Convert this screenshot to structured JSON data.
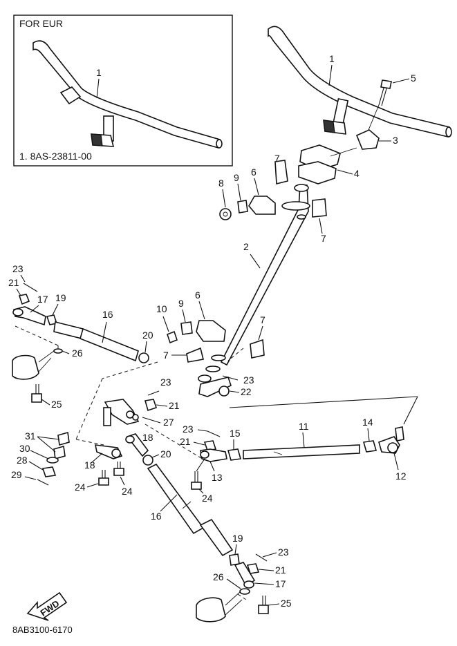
{
  "inset": {
    "title": "FOR EUR",
    "note": "1. 8AS-23811-00",
    "callout": "1"
  },
  "callouts": {
    "c1": "1",
    "c2": "2",
    "c3": "3",
    "c4": "4",
    "c5": "5",
    "c6a": "6",
    "c6b": "6",
    "c7a": "7",
    "c7b": "7",
    "c7c": "7",
    "c7d": "7",
    "c8": "8",
    "c9a": "9",
    "c9b": "9",
    "c10": "10",
    "c11": "11",
    "c12": "12",
    "c13": "13",
    "c14": "14",
    "c15": "15",
    "c16a": "16",
    "c16b": "16",
    "c17a": "17",
    "c17b": "17",
    "c18a": "18",
    "c18b": "18",
    "c19a": "19",
    "c19b": "19",
    "c20a": "20",
    "c20b": "20",
    "c21a": "21",
    "c21b": "21",
    "c21c": "21",
    "c21d": "21",
    "c22": "22",
    "c23a": "23",
    "c23b": "23",
    "c23c": "23",
    "c23d": "23",
    "c24a": "24",
    "c24b": "24",
    "c24c": "24",
    "c25a": "25",
    "c25b": "25",
    "c26a": "26",
    "c26b": "26",
    "c27": "27",
    "c28": "28",
    "c29": "29",
    "c30": "30",
    "c31": "31"
  },
  "fwd_label": "FWD",
  "diagram_code": "8AB3100-6170"
}
